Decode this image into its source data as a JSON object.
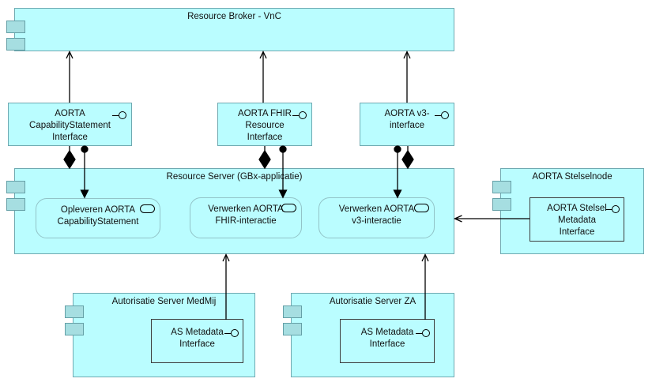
{
  "colors": {
    "element_fill": "#bafdff",
    "element_border": "#6fa9b1",
    "component_icon_fill": "#a6dee1",
    "component_icon_border": "#65a0a7",
    "function_border": "#92c3c8",
    "inner_interface_border": "#3d3d3d",
    "connector": "#000000",
    "background": "#ffffff"
  },
  "nodes": {
    "resource_broker": {
      "title": "Resource Broker - VnC"
    },
    "capability_interface": {
      "label": "AORTA\nCapabilityStatement\nInterface"
    },
    "fhir_interface": {
      "label": "AORTA FHIR\nResource\nInterface"
    },
    "v3_interface": {
      "label": "AORTA v3-\ninterface"
    },
    "resource_server": {
      "title": "Resource Server (GBx-applicatie)",
      "functions": [
        {
          "label": "Opleveren AORTA\nCapabilityStatement"
        },
        {
          "label": "Verwerken AORTA\nFHIR-interactie"
        },
        {
          "label": "Verwerken AORTA\nv3-interactie"
        }
      ]
    },
    "stelselnode": {
      "title": "AORTA Stelselnode",
      "interface": {
        "label": "AORTA Stelsel\nMetadata\nInterface"
      }
    },
    "as_medmij": {
      "title": "Autorisatie Server MedMij",
      "interface": {
        "label": "AS Metadata\nInterface"
      }
    },
    "as_za": {
      "title": "Autorisatie Server ZA",
      "interface": {
        "label": "AS Metadata\nInterface"
      }
    }
  }
}
